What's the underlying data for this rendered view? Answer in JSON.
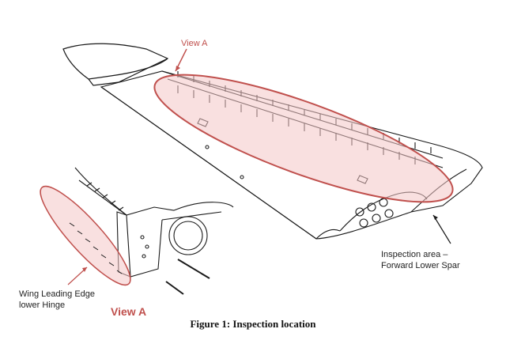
{
  "labels": {
    "view_a_top": "View A",
    "inspection_line1": "Inspection area –",
    "inspection_line2": "Forward Lower Spar",
    "hinge_line1": "Wing Leading Edge",
    "hinge_line2": "lower Hinge",
    "view_a_bottom": "View A"
  },
  "caption": "Figure 1: Inspection location",
  "colors": {
    "highlight": "#c0504d",
    "highlight_fill": "#f4c6c6",
    "line_art": "#1a1a1a"
  }
}
